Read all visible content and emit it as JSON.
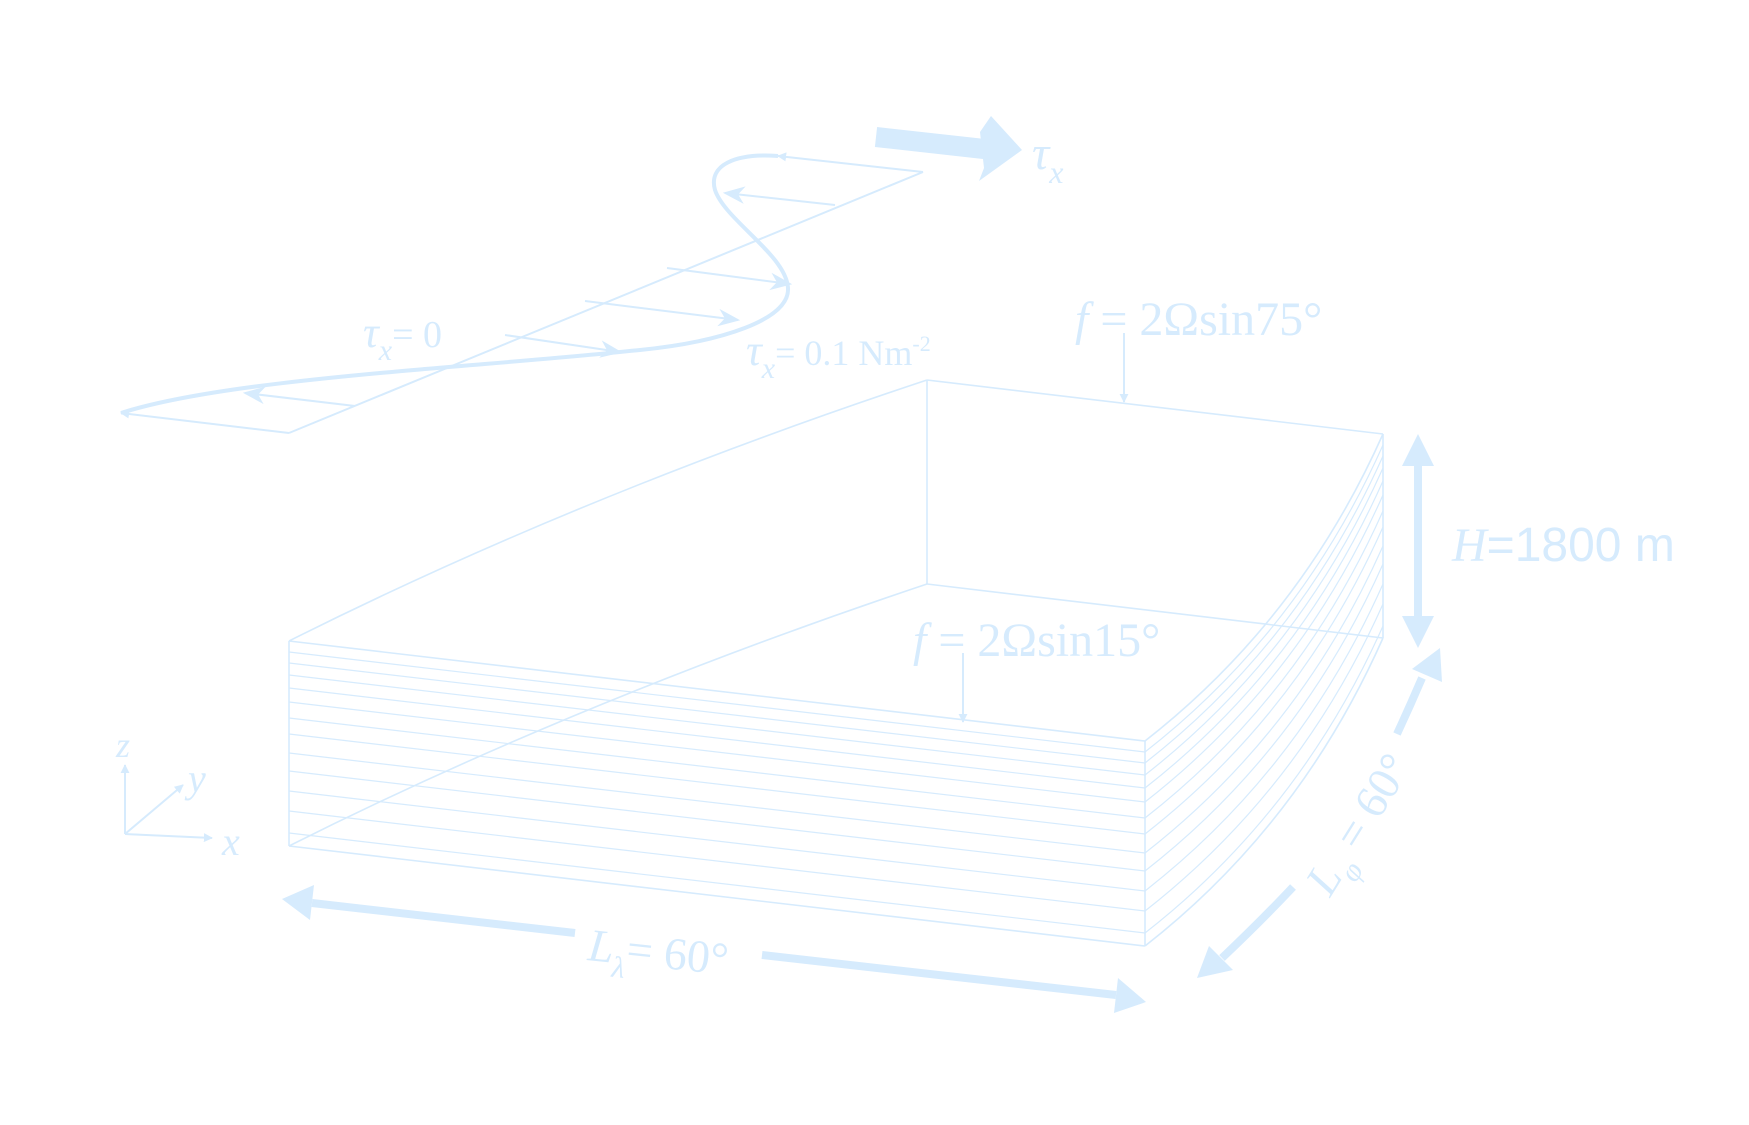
{
  "colors": {
    "stroke": "#d6ebfd",
    "text": "#d6ebfd",
    "background": "#ffffff"
  },
  "labels": {
    "tau_x": {
      "sym": "τ",
      "sub": "x"
    },
    "tau_zero": {
      "sym": "τ",
      "sub": "x",
      "rest": "= 0"
    },
    "tau_max": {
      "sym": "τ",
      "sub": "x",
      "rest": "= 0.1 Nm",
      "sup": "-2"
    },
    "f_top": {
      "sym": "f",
      "rest": " = 2Ωsin75°"
    },
    "f_bottom": {
      "sym": "f",
      "rest": " = 2Ωsin15°"
    },
    "depth": {
      "sym": "H",
      "rest": "=1800 m"
    },
    "l_lambda": {
      "sym": "L",
      "sub": "λ",
      "rest": "= 60°"
    },
    "l_phi": {
      "sym": "L",
      "sub": "φ",
      "rest": " = 60°"
    },
    "axes": {
      "x": "x",
      "y": "y",
      "z": "z"
    }
  },
  "icons": {
    "wind_arrow": "right-arrow-icon",
    "height_arrow": "double-vertical-arrow-icon"
  }
}
